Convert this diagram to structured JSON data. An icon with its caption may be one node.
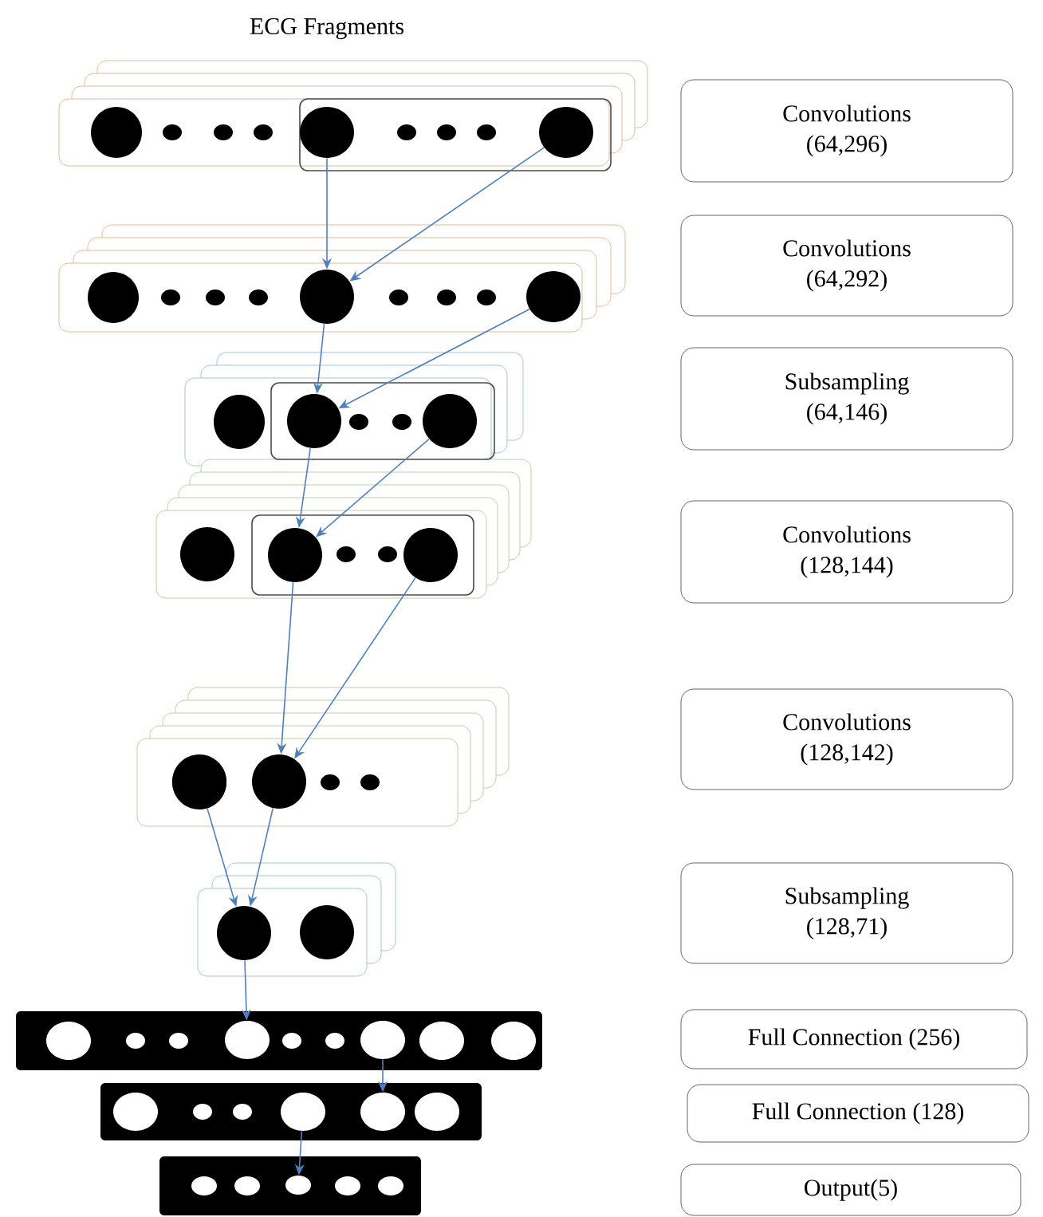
{
  "diagram": {
    "title": "ECG Fragments",
    "nodes": [
      {
        "text": [
          "Convolutions (64,296)"
        ]
      },
      {
        "text": [
          "Convolutions (64,292)"
        ]
      },
      {
        "text": [
          "Subsampling (64,146)"
        ]
      },
      {
        "text": [
          "Convolutions (128,144)"
        ]
      },
      {
        "text": [
          "Convolutions (128,142)"
        ]
      },
      {
        "text": [
          "Subsampling (128,71)"
        ]
      },
      {
        "text": [
          "Full Connection (256)"
        ]
      },
      {
        "text": [
          "Full Connection (128)"
        ]
      },
      {
        "text": [
          "Output(5)"
        ]
      },
      {
        "text": [],
        "shape": "circle"
      },
      {
        "text": [],
        "shape": "circle"
      },
      {
        "text": [],
        "shape": "circle"
      },
      {
        "text": [],
        "shape": "circle"
      },
      {
        "text": [],
        "shape": "circle"
      },
      {
        "text": [],
        "shape": "circle"
      },
      {
        "text": [],
        "shape": "circle"
      },
      {
        "text": [],
        "shape": "circle"
      },
      {
        "text": [],
        "shape": "circle"
      },
      {
        "text": [],
        "shape": "circle"
      },
      {
        "text": [],
        "shape": "circle"
      },
      {
        "text": [],
        "shape": "circle"
      },
      {
        "text": [],
        "shape": "circle"
      },
      {
        "text": [],
        "shape": "circle"
      },
      {
        "text": [],
        "shape": "circle"
      },
      {
        "text": [],
        "shape": "circle"
      }
    ],
    "edges": [
      {
        "from": 9,
        "to": 11,
        "arrow": "to"
      },
      {
        "from": 10,
        "to": 11,
        "arrow": "to"
      },
      {
        "from": 11,
        "to": 13,
        "arrow": "to"
      },
      {
        "from": 12,
        "to": 13,
        "arrow": "to"
      },
      {
        "from": 13,
        "to": 15,
        "arrow": "to"
      },
      {
        "from": 14,
        "to": 15,
        "arrow": "to"
      },
      {
        "from": 15,
        "to": 18,
        "arrow": "to"
      },
      {
        "from": 16,
        "to": 18,
        "arrow": "to"
      },
      {
        "from": 17,
        "to": 19,
        "arrow": "to"
      },
      {
        "from": 18,
        "to": 19,
        "arrow": "to"
      },
      {
        "from": 19,
        "to": 20,
        "arrow": "to"
      },
      {
        "from": 21,
        "to": 22,
        "arrow": "to"
      },
      {
        "from": 23,
        "to": 24,
        "arrow": "to"
      }
    ]
  }
}
